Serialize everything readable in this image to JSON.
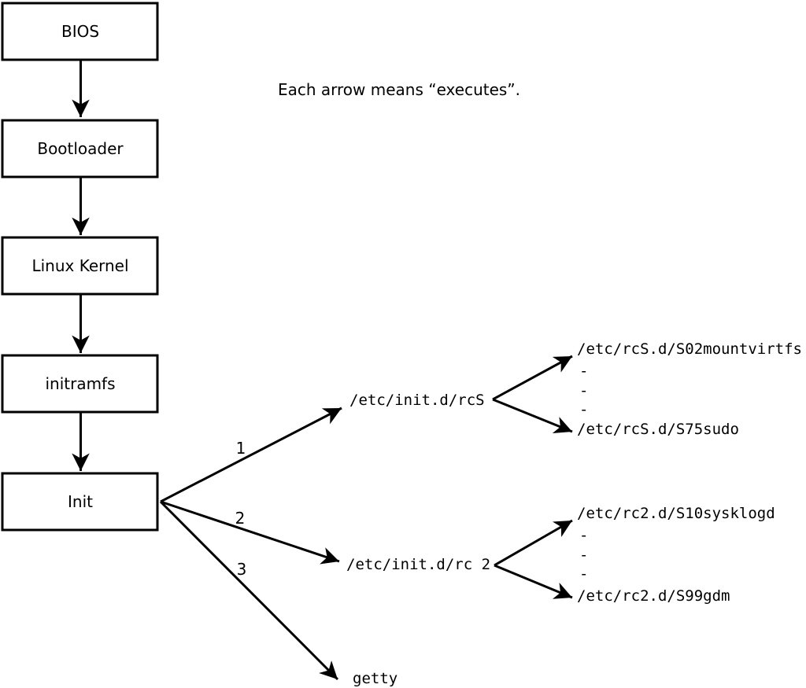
{
  "colors": {
    "ink": "#000000",
    "background": "#ffffff",
    "box_fill": "#ffffff"
  },
  "caption": "Each arrow means “executes”.",
  "boot_chain": [
    {
      "label": "BIOS"
    },
    {
      "label": "Bootloader"
    },
    {
      "label": "Linux Kernel"
    },
    {
      "label": "initramfs"
    },
    {
      "label": "Init"
    }
  ],
  "init_branches": [
    {
      "order": "1",
      "script": "/etc/init.d/rcS",
      "entries": [
        "/etc/rcS.d/S02mountvirtfs",
        "-",
        "-",
        "-",
        "/etc/rcS.d/S75sudo"
      ]
    },
    {
      "order": "2",
      "script": "/etc/init.d/rc 2",
      "entries": [
        "/etc/rc2.d/S10sysklogd",
        "-",
        "-",
        "-",
        "/etc/rc2.d/S99gdm"
      ]
    },
    {
      "order": "3",
      "script": "getty",
      "entries": []
    }
  ]
}
